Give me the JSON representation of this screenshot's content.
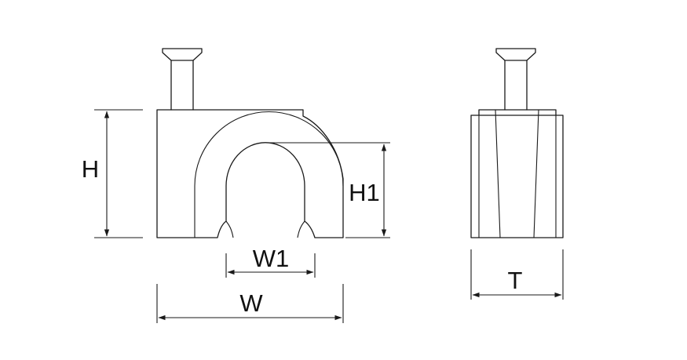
{
  "labels": {
    "height": "H",
    "inner_height": "H1",
    "inner_width": "W1",
    "width": "W",
    "thickness": "T"
  },
  "colors": {
    "line": "#1a1a1a",
    "background": "#ffffff"
  }
}
